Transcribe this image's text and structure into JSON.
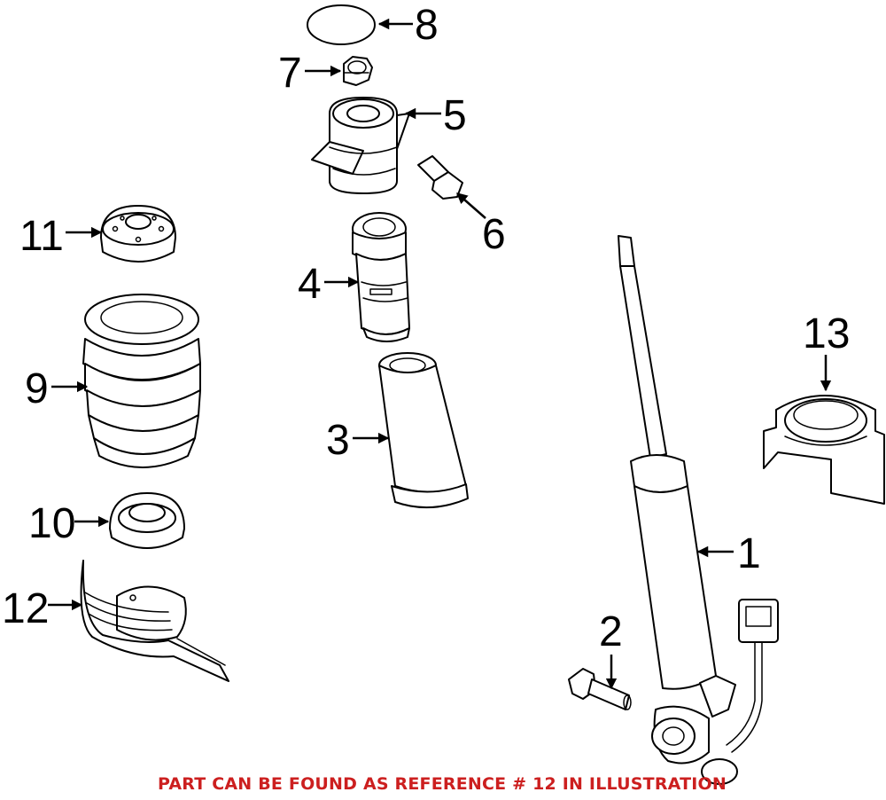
{
  "callouts": {
    "c1": "1",
    "c2": "2",
    "c3": "3",
    "c4": "4",
    "c5": "5",
    "c6": "6",
    "c7": "7",
    "c8": "8",
    "c9": "9",
    "c10": "10",
    "c11": "11",
    "c12": "12",
    "c13": "13"
  },
  "notice": "PART CAN BE FOUND AS REFERENCE # 12 IN ILLUSTRATION",
  "colors": {
    "notice": "#cc1f1f",
    "lines": "#000000",
    "background": "#ffffff"
  }
}
